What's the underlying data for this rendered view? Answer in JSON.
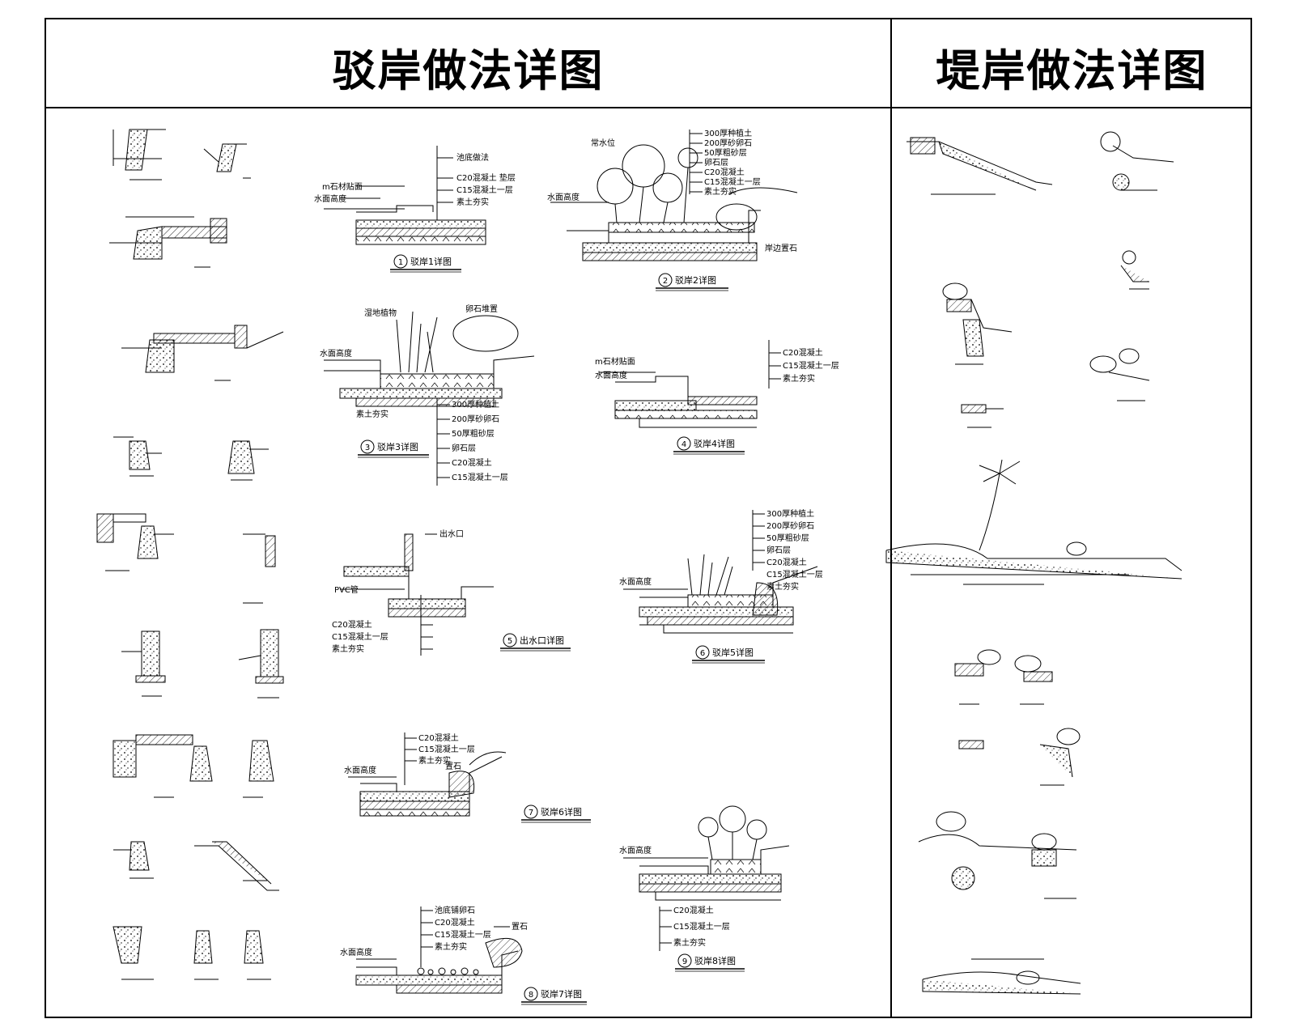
{
  "titles": {
    "left": "驳岸做法详图",
    "right": "堤岸做法详图"
  },
  "details": [
    {
      "number": "1",
      "caption": "驳岸1详图",
      "labels": [
        "池底做法",
        "m石材贴面",
        "水面高度",
        "C20混凝土 垫层",
        "C15混凝土一层",
        "素土夯实"
      ]
    },
    {
      "number": "2",
      "caption": "驳岸2详图",
      "labels": [
        "300厚种植土",
        "200厚砂卵石",
        "50厚粗砂层",
        "卵石层",
        "C20混凝土",
        "C15混凝土一层",
        "素土夯实",
        "水面高度",
        "常水位",
        "岸边置石"
      ]
    },
    {
      "number": "3",
      "caption": "驳岸3详图",
      "labels": [
        "水面高度",
        "湿地植物",
        "卵石堆置",
        "300厚种植土",
        "200厚砂卵石",
        "50厚粗砂层",
        "卵石层",
        "C20混凝土",
        "C15混凝土一层",
        "素土夯实"
      ]
    },
    {
      "number": "4",
      "caption": "驳岸4详图",
      "labels": [
        "m石材贴面",
        "水面高度",
        "C20混凝土",
        "C15混凝土一层",
        "素土夯实"
      ]
    },
    {
      "number": "5",
      "caption": "出水口详图",
      "labels": [
        "出水口",
        "PVC管",
        "C20混凝土",
        "C15混凝土一层",
        "素土夯实"
      ]
    },
    {
      "number": "6",
      "caption": "驳岸5详图",
      "labels": [
        "300厚种植土",
        "200厚砂卵石",
        "50厚粗砂层",
        "卵石层",
        "C20混凝土",
        "C15混凝土一层",
        "素土夯实",
        "水面高度"
      ]
    },
    {
      "number": "7",
      "caption": "驳岸6详图",
      "labels": [
        "C20混凝土",
        "C15混凝土一层",
        "素土夯实",
        "水面高度",
        "置石"
      ]
    },
    {
      "number": "8",
      "caption": "驳岸7详图",
      "labels": [
        "池底铺卵石",
        "C20混凝土",
        "C15混凝土一层",
        "素土夯实",
        "水面高度",
        "置石"
      ]
    },
    {
      "number": "9",
      "caption": "驳岸8详图",
      "labels": [
        "水面高度",
        "C20混凝土",
        "C15混凝土一层",
        "素土夯实"
      ]
    }
  ]
}
